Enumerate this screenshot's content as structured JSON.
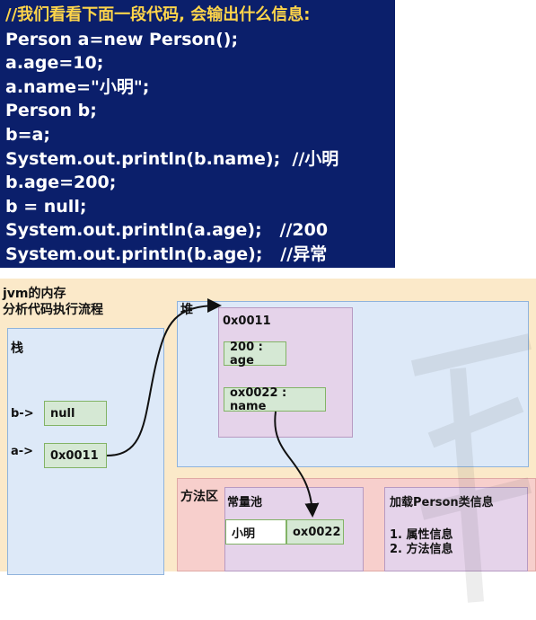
{
  "code": {
    "lines": [
      "//我们看看下面一段代码, 会输出什么信息:",
      "Person a=new Person();",
      "a.age=10;",
      "a.name=\"小明\";",
      "Person b;",
      "b=a;",
      "System.out.println(b.name);  //小明",
      "b.age=200;",
      "b = null;",
      "System.out.println(a.age);   //200",
      "System.out.println(b.age);   //异常"
    ]
  },
  "diagram": {
    "title_line1": "jvm的内存",
    "title_line2": "分析代码执行流程",
    "stack_label": "栈",
    "heap_label": "堆",
    "method_label": "方法区",
    "stack_b_label": "b->",
    "stack_b_value": "null",
    "stack_a_label": "a->",
    "stack_a_value": "0x0011",
    "obj_address": "0x0011",
    "obj_age": "200 : age",
    "obj_name": "ox0022 : name",
    "pool_label": "常量池",
    "pool_string": "小明",
    "pool_address": "ox0022",
    "class_info_title": "加载Person类信息",
    "class_info_line1": "1. 属性信息",
    "class_info_line2": "2. 方法信息"
  },
  "colors": {
    "code_bg": "#0b1f6b",
    "code_title": "#ffd54a",
    "diagram_bg": "#fbe9c9",
    "region_blue": "#dde9f8",
    "region_purple": "#e5d3ea",
    "region_red": "#f7cfcc",
    "cell_green": "#d5e8d4"
  }
}
